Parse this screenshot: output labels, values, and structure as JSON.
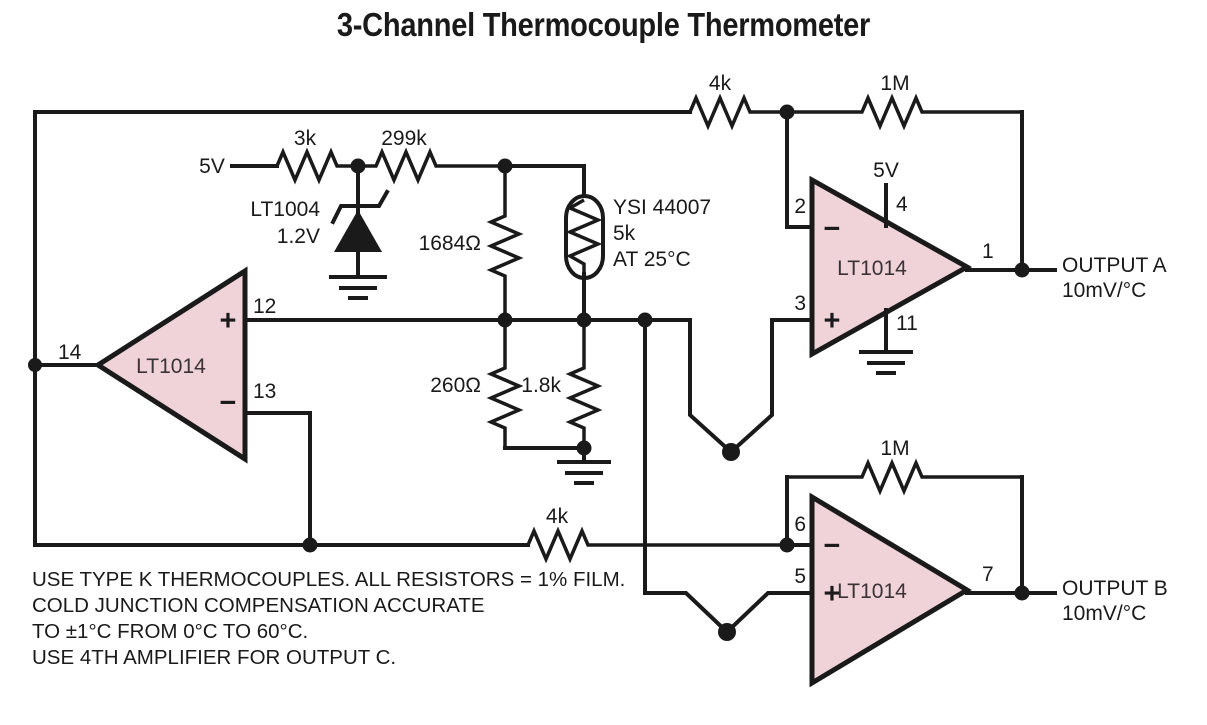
{
  "figure": {
    "title": "3-Channel Thermocouple Thermometer",
    "type": "schematic",
    "background_color": "#ffffff",
    "wire_color": "#1a1a1a",
    "amplifier_fill_color": "#f0d2d9"
  },
  "supplies": [
    {
      "id": "vcc-ref",
      "label": "5V"
    },
    {
      "id": "vcc-amp-a",
      "label": "5V"
    }
  ],
  "reference": {
    "part_label": "LT1004",
    "voltage_label": "1.2V"
  },
  "sensor": {
    "part_label": "YSI 44007",
    "value_label": "5k",
    "condition_label": "AT 25°C"
  },
  "resistors": [
    {
      "id": "r-3k",
      "label": "3k"
    },
    {
      "id": "r-299k",
      "label": "299k"
    },
    {
      "id": "r-1684",
      "label": "1684Ω"
    },
    {
      "id": "r-260",
      "label": "260Ω"
    },
    {
      "id": "r-1p8k",
      "label": "1.8k"
    },
    {
      "id": "r-4k-top",
      "label": "4k"
    },
    {
      "id": "r-1m-top",
      "label": "1M"
    },
    {
      "id": "r-4k-bot",
      "label": "4k"
    },
    {
      "id": "r-1m-bot",
      "label": "1M"
    }
  ],
  "amplifiers": [
    {
      "id": "amp-cold-junction",
      "label": "LT1014",
      "orientation": "mirrored",
      "pins": {
        "output": "14",
        "plus": "12",
        "minus": "13"
      },
      "plus_sign": "+",
      "minus_sign": "−"
    },
    {
      "id": "amp-channel-a",
      "label": "LT1014",
      "orientation": "normal",
      "pins": {
        "minus": "2",
        "plus": "3",
        "vplus": "4",
        "vminus": "11",
        "output": "1"
      },
      "plus_sign": "+",
      "minus_sign": "−"
    },
    {
      "id": "amp-channel-b",
      "label": "LT1014",
      "orientation": "normal",
      "pins": {
        "minus": "6",
        "plus": "5",
        "output": "7"
      },
      "plus_sign": "+",
      "minus_sign": "−"
    }
  ],
  "outputs": [
    {
      "id": "output-a",
      "name": "OUTPUT A",
      "scale": "10mV/°C"
    },
    {
      "id": "output-b",
      "name": "OUTPUT B",
      "scale": "10mV/°C"
    }
  ],
  "notes": [
    "USE TYPE K THERMOCOUPLES. ALL RESISTORS = 1% FILM.",
    "COLD JUNCTION COMPENSATION ACCURATE",
    "TO ±1°C FROM 0°C TO 60°C.",
    "USE 4TH AMPLIFIER FOR OUTPUT C."
  ]
}
